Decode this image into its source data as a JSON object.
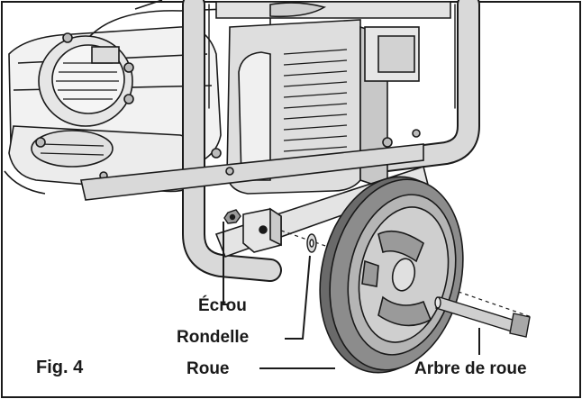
{
  "figure": {
    "label": "Fig. 4"
  },
  "callouts": {
    "nut": "Écrou",
    "washer": "Rondelle",
    "wheel": "Roue",
    "axle": "Arbre de roue"
  },
  "colors": {
    "line": "#1a1a1a",
    "frame": "#d0d0d0",
    "tire": "#8c8c8c",
    "tire_dark": "#5e5e5e",
    "engine_fill": "#e8e8e8",
    "shroud_fill": "#dcdcdc"
  }
}
